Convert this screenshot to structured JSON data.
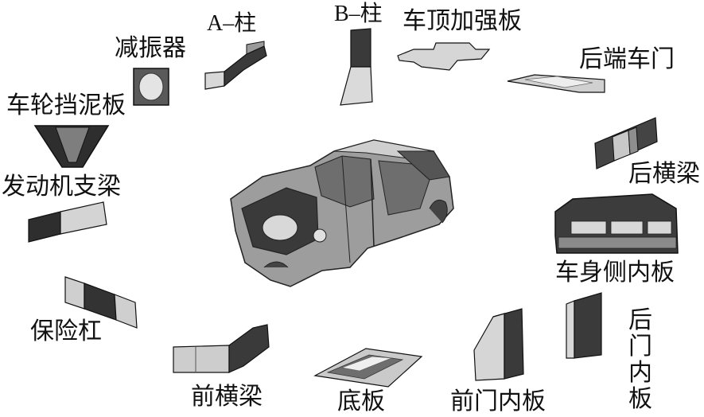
{
  "labels": {
    "a_pillar": "A–柱",
    "b_pillar": "B–柱",
    "roof_reinforcement": "车顶加强板",
    "shock_absorber": "减振器",
    "tailgate": "后端车门",
    "wheel_mudguard": "车轮挡泥板",
    "rear_crossbeam": "后横梁",
    "engine_bracket": "发动机支梁",
    "body_side_inner": "车身侧内板",
    "bumper": "保险杠",
    "rear_door_inner": "后门\n内板",
    "front_crossbeam": "前横梁",
    "floor": "底板",
    "front_door_inner": "前门内板"
  },
  "colors": {
    "dark": "#2e2e2e",
    "mid": "#8c8c8c",
    "light": "#d4d4d4",
    "outline": "#111111"
  }
}
